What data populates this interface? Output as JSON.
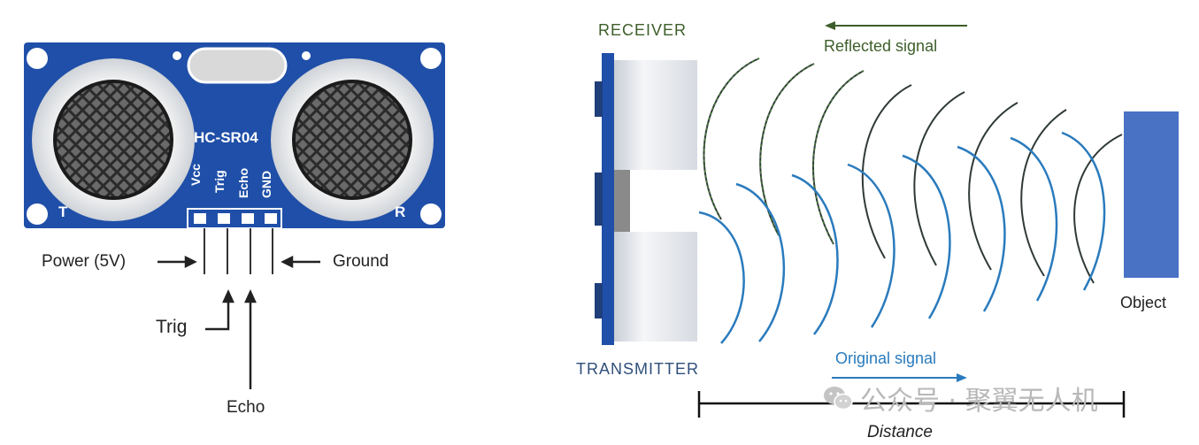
{
  "sensor": {
    "model": "HC-SR04",
    "left_mark": "T",
    "right_mark": "R",
    "pin_labels": [
      "Vcc",
      "Trig",
      "Echo",
      "GND"
    ],
    "board_color": "#1f4fa8"
  },
  "wiring": {
    "power_label": "Power (5V)",
    "ground_label": "Ground",
    "trig_label": "Trig",
    "echo_label": "Echo"
  },
  "principle": {
    "receiver_label": "RECEIVER",
    "transmitter_label": "TRANSMITTER",
    "reflected_label": "Reflected signal",
    "original_label": "Original signal",
    "object_label": "Object",
    "distance_label": "Distance",
    "original_color": "#2a7bbd",
    "reflected_color": "#4d8a3a",
    "object_color": "#4a72c4"
  },
  "watermark": {
    "text": "公众号 · 聚翼无人机"
  }
}
